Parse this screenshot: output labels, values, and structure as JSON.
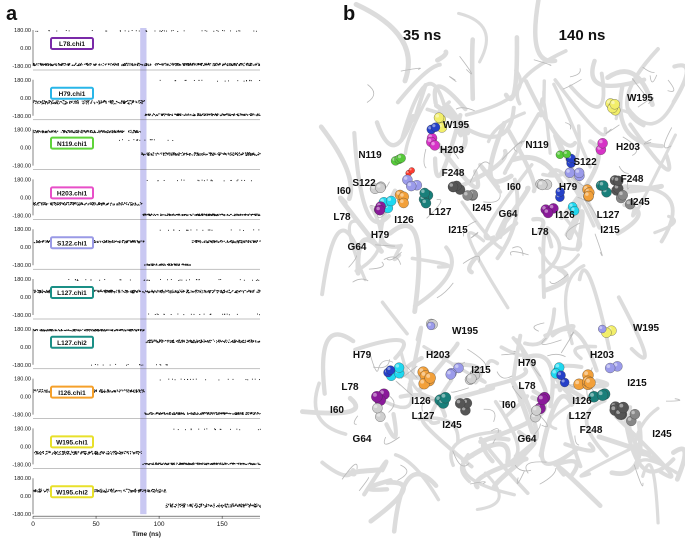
{
  "panel_a_letter": "a",
  "panel_b_letter": "b",
  "chart_data": {
    "type": "scatter",
    "xlabel": "Time (ns)",
    "xlim": [
      0,
      180
    ],
    "x_ticks": [
      "0",
      "50",
      "100",
      "150"
    ],
    "y_ticks": [
      "180.00",
      "0.00",
      "-180.00"
    ],
    "ylim": [
      -180,
      180
    ],
    "highlight_x_range": [
      85,
      90
    ],
    "highlight_color": "#c9c8f2",
    "series": [
      {
        "name": "L78.chi1",
        "color": "#7a2aa8",
        "segments": [
          {
            "x0": 0,
            "x1": 180,
            "level": -160,
            "jitter": 12
          }
        ],
        "sparse": [
          {
            "x0": 0,
            "x1": 180,
            "level": 175
          }
        ]
      },
      {
        "name": "H79.chi1",
        "color": "#29b6e8",
        "segments": [
          {
            "x0": 0,
            "x1": 88,
            "level": -40,
            "jitter": 18
          },
          {
            "x0": 88,
            "x1": 180,
            "level": -165,
            "jitter": 10
          }
        ],
        "sparse": [
          {
            "x0": 100,
            "x1": 180,
            "level": 175
          }
        ]
      },
      {
        "name": "N119.chi1",
        "color": "#5fd33a",
        "segments": [
          {
            "x0": 0,
            "x1": 85,
            "level": 165,
            "jitter": 12
          },
          {
            "x0": 85,
            "x1": 180,
            "level": -60,
            "jitter": 14
          }
        ],
        "sparse": [
          {
            "x0": 60,
            "x1": 120,
            "level": 80
          }
        ]
      },
      {
        "name": "H203.chi1",
        "color": "#e84fc8",
        "segments": [
          {
            "x0": 0,
            "x1": 86,
            "level": -60,
            "jitter": 14
          },
          {
            "x0": 86,
            "x1": 180,
            "level": -170,
            "jitter": 8
          }
        ],
        "sparse": [
          {
            "x0": 90,
            "x1": 180,
            "level": 175
          }
        ]
      },
      {
        "name": "S122.chi1",
        "color": "#9a9ae6",
        "segments": [
          {
            "x0": 0,
            "x1": 88,
            "level": 60,
            "jitter": 12
          },
          {
            "x0": 88,
            "x1": 125,
            "level": -170,
            "jitter": 8
          },
          {
            "x0": 125,
            "x1": 180,
            "level": 60,
            "jitter": 12
          }
        ],
        "sparse": [
          {
            "x0": 100,
            "x1": 180,
            "level": 175
          }
        ]
      },
      {
        "name": "L127.chi1",
        "color": "#1b8f86",
        "segments": [
          {
            "x0": 0,
            "x1": 180,
            "level": 60,
            "jitter": 14
          }
        ],
        "sparse": [
          {
            "x0": 20,
            "x1": 180,
            "level": 175
          },
          {
            "x0": 85,
            "x1": 180,
            "level": -170
          }
        ]
      },
      {
        "name": "L127.chi2",
        "color": "#1b8f86",
        "segments": [
          {
            "x0": 0,
            "x1": 88,
            "level": 170,
            "jitter": 8
          },
          {
            "x0": 88,
            "x1": 180,
            "level": 60,
            "jitter": 14
          }
        ],
        "sparse": [
          {
            "x0": 40,
            "x1": 110,
            "level": -175
          }
        ]
      },
      {
        "name": "I126.chi1",
        "color": "#f5a02a",
        "segments": [
          {
            "x0": 0,
            "x1": 88,
            "level": 60,
            "jitter": 14
          },
          {
            "x0": 88,
            "x1": 180,
            "level": -165,
            "jitter": 10
          }
        ],
        "sparse": [
          {
            "x0": 100,
            "x1": 180,
            "level": 175
          }
        ]
      },
      {
        "name": "W195.chi1",
        "color": "#e8e02a",
        "segments": [
          {
            "x0": 0,
            "x1": 86,
            "level": -60,
            "jitter": 16
          },
          {
            "x0": 86,
            "x1": 180,
            "level": -170,
            "jitter": 8
          }
        ],
        "sparse": [
          {
            "x0": 110,
            "x1": 180,
            "level": 175
          }
        ]
      },
      {
        "name": "W195.chi2",
        "color": "#e8e02a",
        "segments": [
          {
            "x0": 0,
            "x1": 105,
            "level": 60,
            "jitter": 16
          },
          {
            "x0": 105,
            "x1": 180,
            "level": -90,
            "jitter": 18
          }
        ],
        "sparse": []
      }
    ]
  },
  "panel_b": {
    "time_labels": [
      "35 ns",
      "140 ns"
    ],
    "colors": {
      "cartoon": "#dcdcdc",
      "yellow": "#f2ee6a",
      "magenta": "#d633c6",
      "blue": "#2540c8",
      "green": "#56c93a",
      "cyan": "#1fd8f0",
      "orange": "#f2a03a",
      "teal": "#197f7a",
      "purple": "#8a1a9a",
      "grey": "#888888",
      "lightgrey": "#cfcfcf",
      "lavender": "#9b9bea",
      "darkgrey": "#555555"
    },
    "views": [
      {
        "id": "top-left",
        "labels": [
          {
            "t": "W195"
          },
          {
            "t": "N119"
          },
          {
            "t": "H203"
          },
          {
            "t": "S122"
          },
          {
            "t": "F248"
          },
          {
            "t": "I60"
          },
          {
            "t": "I245"
          },
          {
            "t": "L78"
          },
          {
            "t": "I126"
          },
          {
            "t": "L127"
          },
          {
            "t": "H79"
          },
          {
            "t": "I215"
          },
          {
            "t": "G64"
          }
        ]
      },
      {
        "id": "top-right",
        "labels": [
          {
            "t": "W195"
          },
          {
            "t": "N119"
          },
          {
            "t": "H203"
          },
          {
            "t": "S122"
          },
          {
            "t": "F248"
          },
          {
            "t": "I60"
          },
          {
            "t": "H79"
          },
          {
            "t": "I245"
          },
          {
            "t": "G64"
          },
          {
            "t": "I126"
          },
          {
            "t": "L127"
          },
          {
            "t": "L78"
          },
          {
            "t": "I215"
          }
        ]
      },
      {
        "id": "bottom-left",
        "labels": [
          {
            "t": "W195"
          },
          {
            "t": "H79"
          },
          {
            "t": "H203"
          },
          {
            "t": "I215"
          },
          {
            "t": "L78"
          },
          {
            "t": "I126"
          },
          {
            "t": "L127"
          },
          {
            "t": "I60"
          },
          {
            "t": "I245"
          },
          {
            "t": "G64"
          }
        ]
      },
      {
        "id": "bottom-right",
        "labels": [
          {
            "t": "W195"
          },
          {
            "t": "H79"
          },
          {
            "t": "H203"
          },
          {
            "t": "L78"
          },
          {
            "t": "I215"
          },
          {
            "t": "I126"
          },
          {
            "t": "L127"
          },
          {
            "t": "I60"
          },
          {
            "t": "F248"
          },
          {
            "t": "I245"
          },
          {
            "t": "G64"
          }
        ]
      }
    ]
  }
}
